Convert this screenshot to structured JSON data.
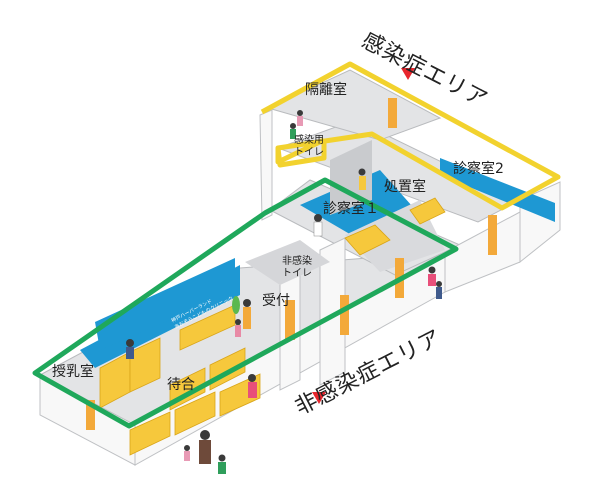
{
  "zones": {
    "infectious": {
      "label": "感染症エリア",
      "outline_color": "#F2D22E"
    },
    "non_infectious": {
      "label": "非感染症エリア",
      "outline_color": "#1FA85B"
    }
  },
  "marker_color": "#E8262D",
  "rooms": {
    "isolation": "隔離室",
    "infectious_toilet": {
      "line1": "感染用",
      "line2": "トイレ"
    },
    "exam_room_2": "診察室2",
    "treatment_room": "処置室",
    "exam_room_1": "診察室１",
    "non_infectious_toilet": {
      "line1": "非感染",
      "line2": "トイレ"
    },
    "reception": "受付",
    "nursing_room": "授乳室",
    "waiting_room": "待合"
  },
  "wall_sign": {
    "line1": "神戸ハーバーランド",
    "line2": "あおぞらこどものクリニック"
  },
  "colors": {
    "accent_blue": "#1E98D3",
    "floor_gray": "#E2E3E5",
    "wall_white": "#F7F7F7",
    "furniture_yellow": "#F6C83C",
    "door_orange": "#F3A93A"
  }
}
